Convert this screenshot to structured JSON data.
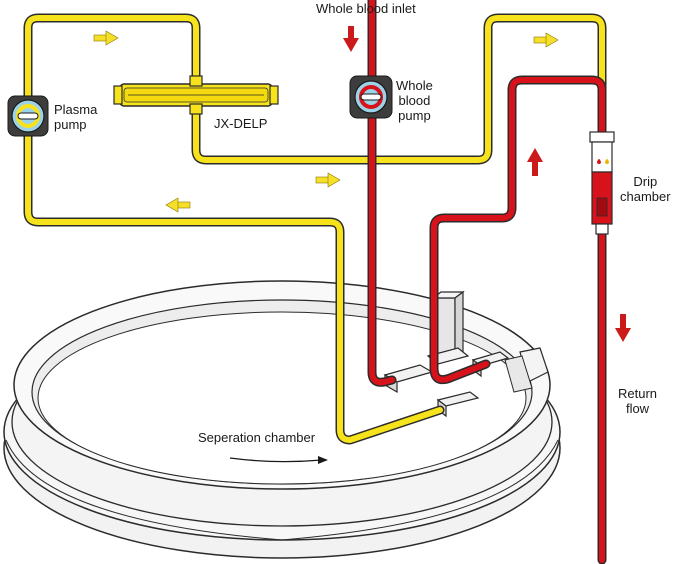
{
  "labels": {
    "whole_blood_inlet": "Whole blood inlet",
    "plasma_pump": [
      "Plasma",
      "pump"
    ],
    "whole_blood_pump": [
      "Whole",
      "blood",
      "pump"
    ],
    "filter": "JX-DELP",
    "drip_chamber": [
      "Drip",
      "chamber"
    ],
    "return_flow": [
      "Return",
      "flow"
    ],
    "separation_chamber": "Seperation chamber"
  },
  "colors": {
    "plasma_line": "#f7e31c",
    "blood_line": "#d8121b",
    "outline": "#2b2b2b",
    "chamber": "#f2f2f2",
    "pump_body": "#9cd3e6",
    "arrow_yellow": "#f5df2a",
    "arrow_red": "#cc1a1a"
  },
  "icons": {
    "plasma_pump": "peristaltic-pump-icon",
    "whole_blood_pump": "peristaltic-pump-icon",
    "drip_chamber": "drip-chamber-icon",
    "filter": "plasma-filter-icon"
  }
}
